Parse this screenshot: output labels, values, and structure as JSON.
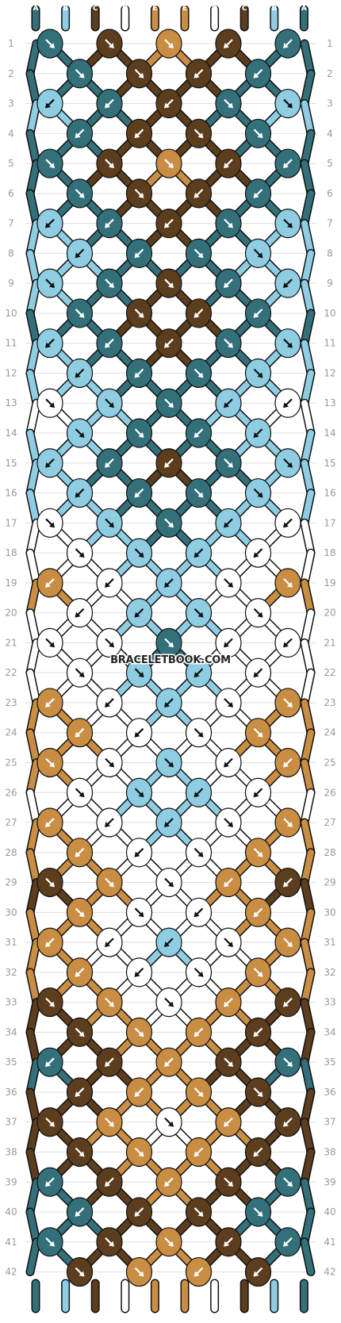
{
  "strand_labels": [
    "A",
    "B",
    "C",
    "D",
    "E",
    "E",
    "D",
    "C",
    "B",
    "A"
  ],
  "row_numbers": [
    "1",
    "2",
    "3",
    "4",
    "5",
    "6",
    "7",
    "8",
    "9",
    "10",
    "11",
    "12",
    "13",
    "14",
    "15",
    "16",
    "17",
    "18",
    "19",
    "20",
    "21",
    "22",
    "23",
    "24",
    "25",
    "26",
    "27",
    "28",
    "29",
    "30",
    "31",
    "32",
    "33",
    "34",
    "35",
    "36",
    "37",
    "38",
    "39",
    "40",
    "41",
    "42"
  ],
  "watermark": "BRACELETBOOK.COM",
  "colors": {
    "A": "#33707a",
    "B": "#8fcde3",
    "C": "#5c3d1d",
    "D": "#ffffff",
    "E": "#c98d43"
  },
  "knots": [
    [
      "A",
      "C",
      "E",
      "C",
      "A"
    ],
    [
      "A",
      "C",
      "C",
      "A"
    ],
    [
      "B",
      "A",
      "C",
      "A",
      "B"
    ],
    [
      "A",
      "C",
      "C",
      "A"
    ],
    [
      "A",
      "C",
      "E",
      "C",
      "A"
    ],
    [
      "A",
      "C",
      "C",
      "A"
    ],
    [
      "B",
      "A",
      "C",
      "A",
      "B"
    ],
    [
      "B",
      "A",
      "A",
      "B"
    ],
    [
      "B",
      "A",
      "C",
      "A",
      "B"
    ],
    [
      "A",
      "C",
      "C",
      "A"
    ],
    [
      "B",
      "A",
      "C",
      "A",
      "B"
    ],
    [
      "B",
      "A",
      "A",
      "B"
    ],
    [
      "D",
      "B",
      "A",
      "B",
      "D"
    ],
    [
      "B",
      "A",
      "A",
      "B"
    ],
    [
      "B",
      "A",
      "C",
      "A",
      "B"
    ],
    [
      "B",
      "A",
      "A",
      "B"
    ],
    [
      "D",
      "B",
      "A",
      "B",
      "D"
    ],
    [
      "D",
      "B",
      "B",
      "D"
    ],
    [
      "E",
      "D",
      "B",
      "D",
      "E"
    ],
    [
      "D",
      "B",
      "B",
      "D"
    ],
    [
      "D",
      "D",
      "A",
      "D",
      "D"
    ],
    [
      "D",
      "B",
      "B",
      "D"
    ],
    [
      "E",
      "D",
      "B",
      "D",
      "E"
    ],
    [
      "E",
      "D",
      "D",
      "E"
    ],
    [
      "E",
      "D",
      "B",
      "D",
      "E"
    ],
    [
      "D",
      "B",
      "B",
      "D"
    ],
    [
      "E",
      "D",
      "B",
      "D",
      "E"
    ],
    [
      "E",
      "D",
      "D",
      "E"
    ],
    [
      "C",
      "E",
      "D",
      "E",
      "C"
    ],
    [
      "E",
      "D",
      "D",
      "E"
    ],
    [
      "E",
      "D",
      "B",
      "D",
      "E"
    ],
    [
      "E",
      "D",
      "D",
      "E"
    ],
    [
      "C",
      "E",
      "D",
      "E",
      "C"
    ],
    [
      "C",
      "E",
      "E",
      "C"
    ],
    [
      "A",
      "C",
      "E",
      "C",
      "A"
    ],
    [
      "C",
      "E",
      "E",
      "C"
    ],
    [
      "C",
      "E",
      "D",
      "E",
      "C"
    ],
    [
      "C",
      "E",
      "E",
      "C"
    ],
    [
      "A",
      "C",
      "E",
      "C",
      "A"
    ],
    [
      "A",
      "C",
      "C",
      "A"
    ],
    [
      "A",
      "C",
      "E",
      "C",
      "A"
    ],
    [
      "C",
      "E",
      "E",
      "C"
    ]
  ]
}
